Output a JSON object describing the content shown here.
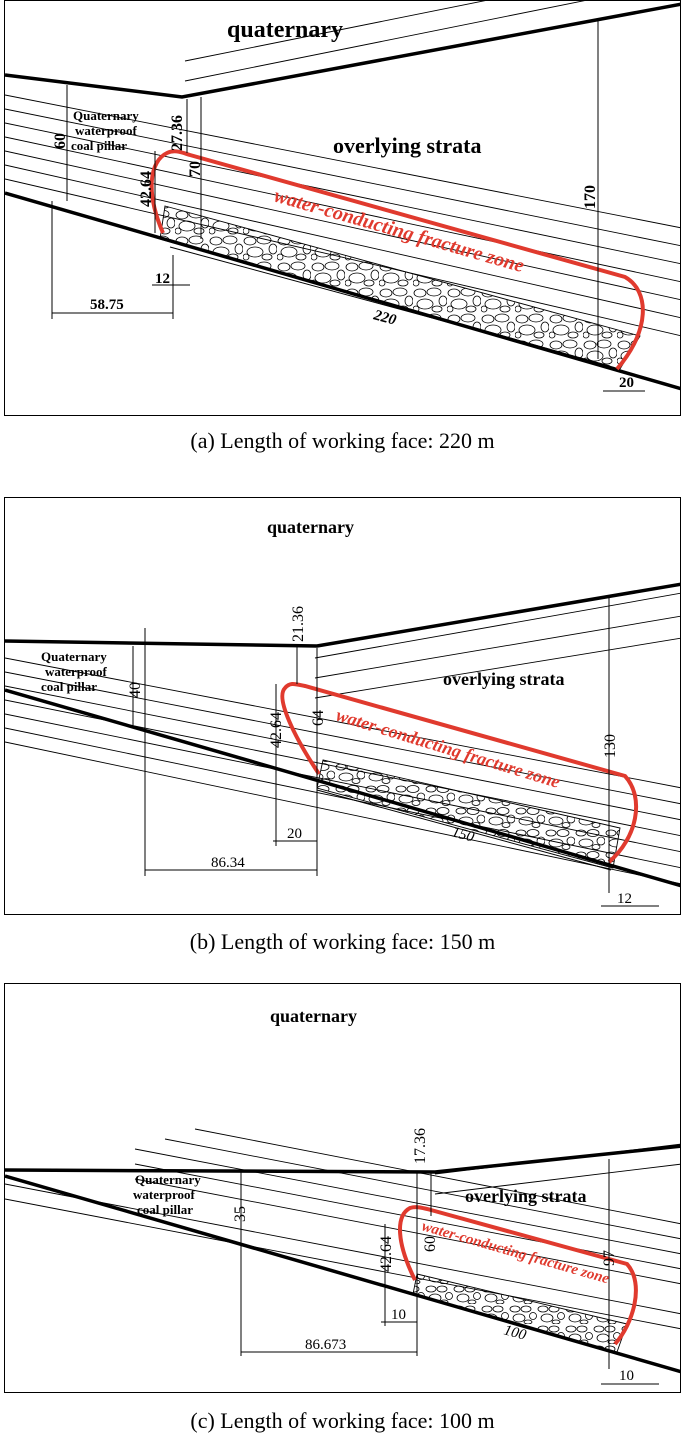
{
  "panels": [
    {
      "labels": {
        "quaternary": "quaternary",
        "overlying": "overlying strata",
        "pillar_line1": "Quaternary",
        "pillar_line2": "waterproof",
        "pillar_line3": "coal pillar",
        "fracture": "water-conducting fracture zone"
      },
      "dims": {
        "pillar_height": "60",
        "top_gap": "27.36",
        "zone_height_front": "70",
        "zone_height_left": "42.64",
        "right_height": "170",
        "offset_left": "12",
        "pillar_width": "58.75",
        "face_length": "220",
        "offset_right": "20"
      },
      "caption": "(a) Length of working face: 220 m"
    },
    {
      "labels": {
        "quaternary": "quaternary",
        "overlying": "overlying strata",
        "pillar_line1": "Quaternary",
        "pillar_line2": "waterproof",
        "pillar_line3": "coal pillar",
        "fracture": "water-conducting fracture zone"
      },
      "dims": {
        "top_gap": "21.36",
        "pillar_height": "40",
        "zone_height_left": "42.64",
        "zone_height_front": "64",
        "right_height": "130",
        "offset_left": "20",
        "pillar_width": "86.34",
        "face_length": "150",
        "offset_right": "12"
      },
      "caption": "(b) Length of working face: 150 m"
    },
    {
      "labels": {
        "quaternary": "quaternary",
        "overlying": "overlying strata",
        "pillar_line1": "Quaternary",
        "pillar_line2": "waterproof",
        "pillar_line3": "coal pillar",
        "fracture": "water-conducting fracture zone"
      },
      "dims": {
        "top_gap": "17.36",
        "pillar_height": "35",
        "zone_height_left": "42.64",
        "zone_height_front": "60",
        "right_height": "97",
        "offset_left": "10",
        "pillar_width": "86.673",
        "face_length": "100",
        "offset_right": "10"
      },
      "caption": "(c) Length of working face: 100 m"
    }
  ],
  "colors": {
    "fracture_zone": "#e03a2e",
    "line": "#000000"
  }
}
